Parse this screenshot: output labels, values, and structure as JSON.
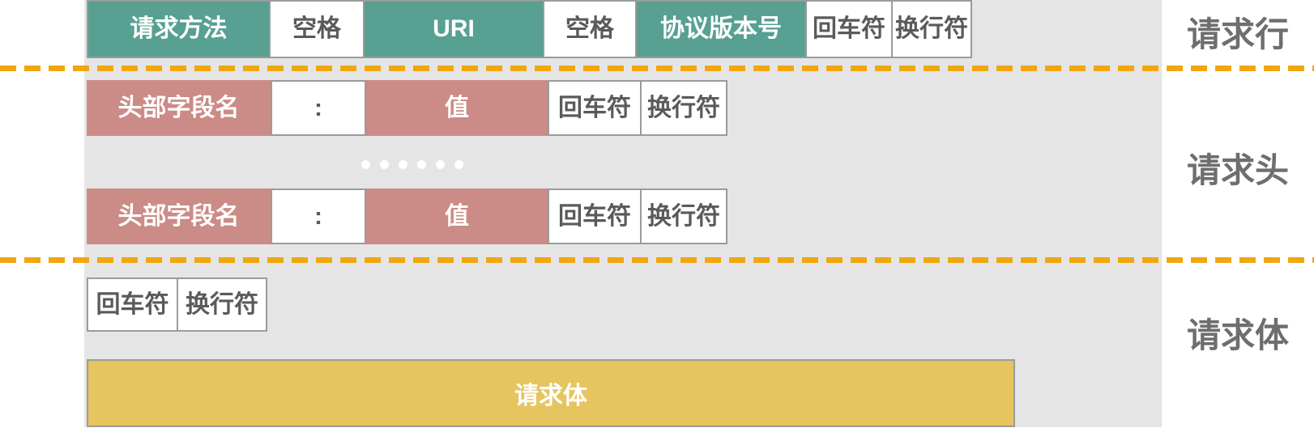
{
  "colors": {
    "panel_bg": "#E5E5E5",
    "green_box": "#57A092",
    "pink_box": "#CB8B86",
    "yellow_box": "#E6C45F",
    "dash_line": "#F0A70F",
    "side_label_text": "#6E6E6E",
    "white_box_text": "#5A5A5A",
    "box_border": "#9B9B9B"
  },
  "sections": {
    "request_line": {
      "side_label": "请求行",
      "cells": [
        {
          "text": "请求方法"
        },
        {
          "text": "空格"
        },
        {
          "text": "URI"
        },
        {
          "text": "空格"
        },
        {
          "text": "协议版本号"
        },
        {
          "text": "回车符"
        },
        {
          "text": "换行符"
        }
      ]
    },
    "request_headers": {
      "side_label": "请求头",
      "row": [
        {
          "text": "头部字段名"
        },
        {
          "text": ":"
        },
        {
          "text": "值"
        },
        {
          "text": "回车符"
        },
        {
          "text": "换行符"
        }
      ],
      "ellipsis_dot_count": 6
    },
    "request_body": {
      "side_label": "请求体",
      "crlf_cells": [
        {
          "text": "回车符"
        },
        {
          "text": "换行符"
        }
      ],
      "body_box_label": "请求体"
    }
  }
}
